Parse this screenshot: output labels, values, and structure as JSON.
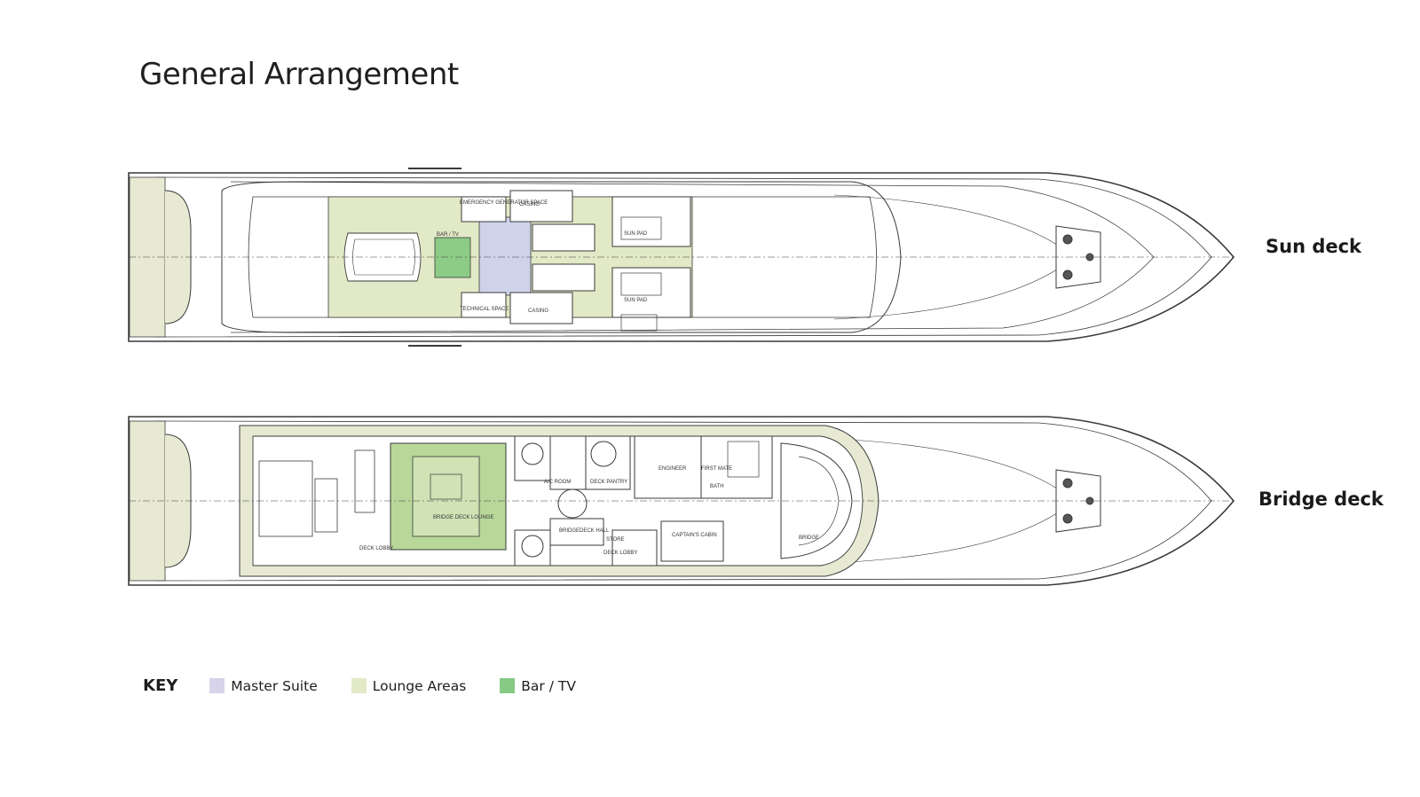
{
  "title": "General Arrangement",
  "decks": [
    {
      "name": "Sun deck",
      "rooms": [
        "EMERGENCY GENERATOR SPACE",
        "CASING",
        "BAR / TV",
        "SUN PAD",
        "SUN PAD",
        "TECHNICAL SPACE",
        "CASING"
      ]
    },
    {
      "name": "Bridge deck",
      "rooms": [
        "BRIDGE DECK LOUNGE",
        "A/C ROOM",
        "DECK PANTRY",
        "BRIDGEDECK HALL",
        "ENGINEER",
        "FIRST MATE",
        "BATH",
        "CAPTAIN'S CABIN",
        "DECK LOBBY",
        "DECK LOBBY",
        "BRIDGE",
        "STORE"
      ]
    }
  ],
  "key": {
    "title": "KEY",
    "items": [
      {
        "label": "Master Suite",
        "color": "#d6d3ea"
      },
      {
        "label": "Lounge Areas",
        "color": "#e2e9c6"
      },
      {
        "label": "Bar / TV",
        "color": "#86c983"
      }
    ]
  },
  "colors": {
    "line": "#3a3a3a",
    "deck_teak": "#e7e9d3",
    "master_suite": "#cfd3ea",
    "lounge": "#e2e9c6",
    "bar_tv": "#8ccc86",
    "bridge_lounge": "#b8d89a"
  }
}
